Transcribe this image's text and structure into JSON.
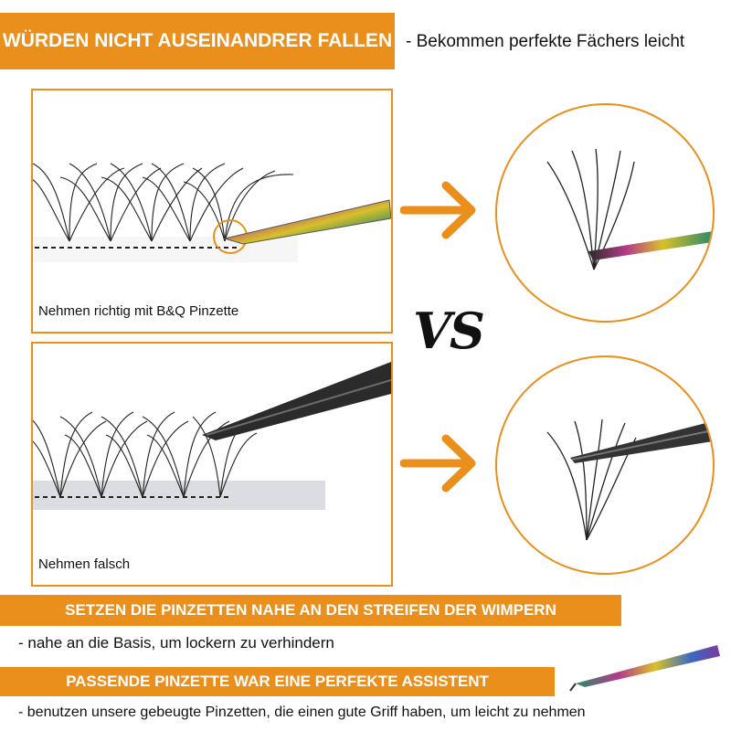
{
  "top_banner": {
    "title": "WÜRDEN NICHT AUSEINANDRER FALLEN",
    "subtitle": "- Bekommen perfekte Fächers leicht"
  },
  "correct_panel": {
    "label": "Nehmen richtig mit B&Q Pinzette"
  },
  "wrong_panel": {
    "label": "Nehmen falsch"
  },
  "vs_label": "VS",
  "tip1": {
    "title": "SETZEN DIE PINZETTEN NAHE AN DEN STREIFEN DER WIMPERN",
    "text": "- nahe an die Basis, um lockern zu verhindern"
  },
  "tip2": {
    "title": "PASSENDE PINZETTE WAR EINE PERFEKTE ASSISTENT",
    "text": "- benutzen unsere gebeugte Pinzetten, die einen gute Griff haben, um leicht zu nehmen"
  },
  "colors": {
    "accent": "#ea8f1c",
    "text": "#111111"
  },
  "icons": [
    "arrow-right-icon",
    "rainbow-tweezers-icon",
    "black-tweezers-icon",
    "lash-fan-icon"
  ]
}
